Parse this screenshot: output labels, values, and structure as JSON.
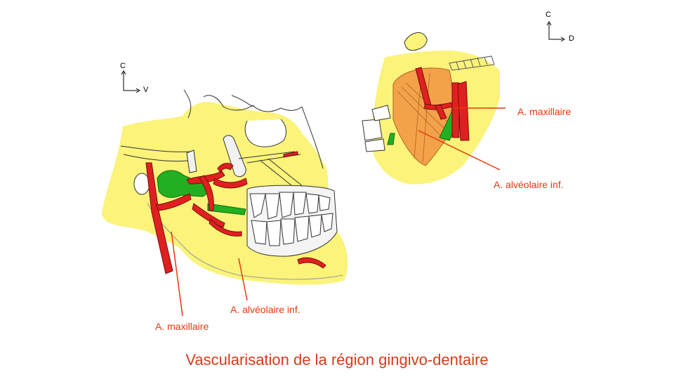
{
  "title": "Vascularisation de la région gingivo-dentaire",
  "left_view": {
    "orientation": {
      "vertical": "C",
      "horizontal": "V"
    },
    "labels": {
      "maxillary_artery": "A. maxillaire",
      "inferior_alveolar_artery": "A. alvéolaire inf."
    }
  },
  "right_view": {
    "orientation": {
      "vertical": "C",
      "horizontal": "D"
    },
    "labels": {
      "maxillary_artery": "A. maxillaire",
      "inferior_alveolar_artery": "A. alvéolaire inf."
    }
  },
  "colors": {
    "bone": "#fbf37a",
    "artery": "#e02020",
    "vein": "#22b022",
    "muscle": "#f4a24a",
    "leader_line": "#e8380d",
    "title": "#d83a1c"
  }
}
